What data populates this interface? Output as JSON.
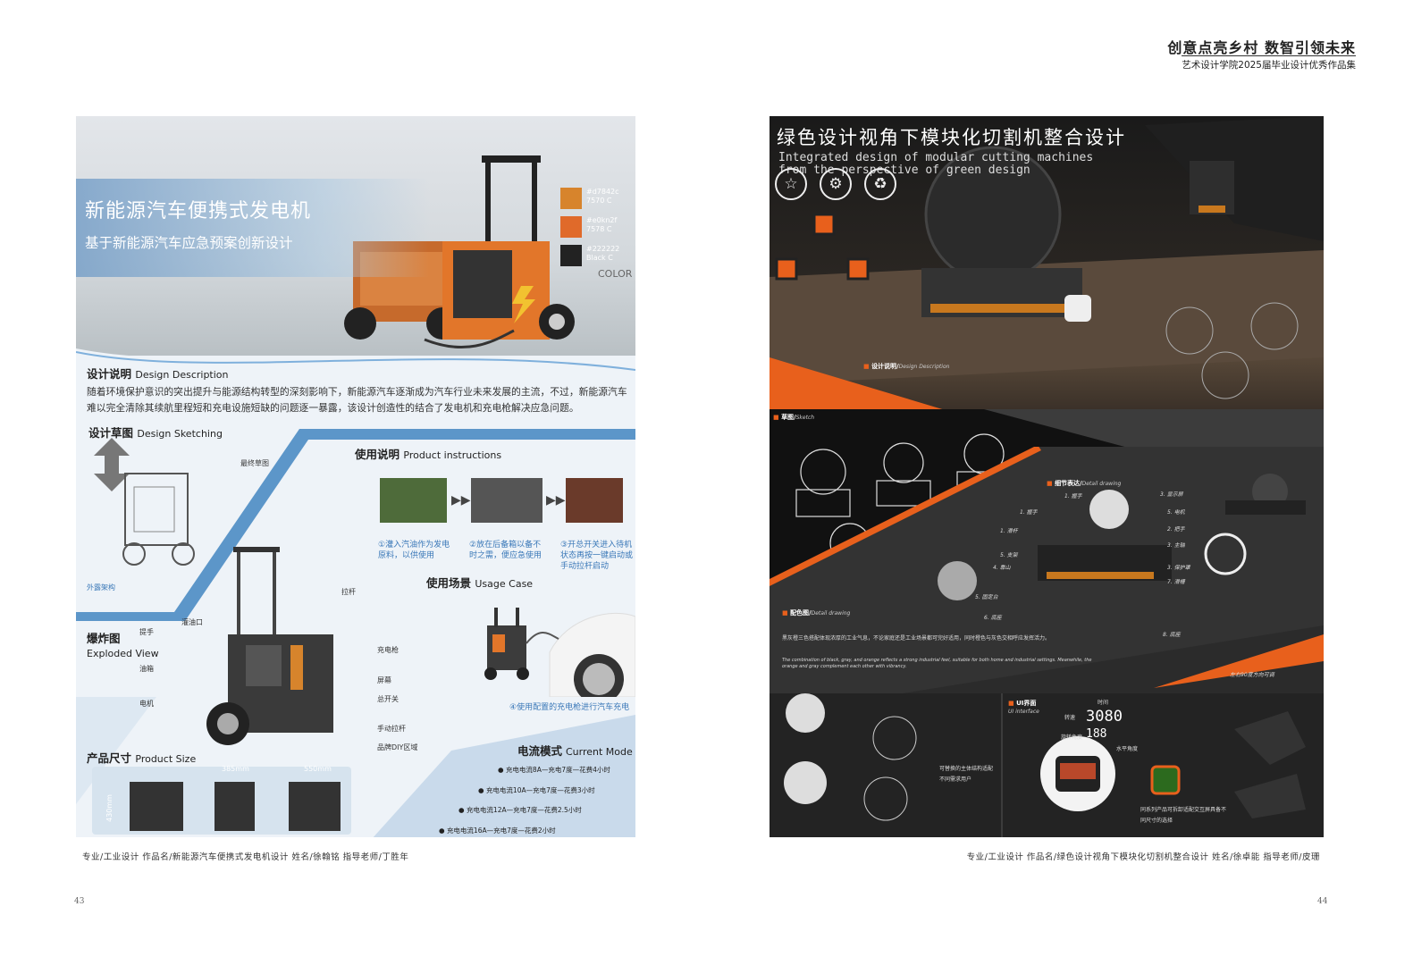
{
  "header": {
    "title": "创意点亮乡村  数智引领未来",
    "subtitle": "艺术设计学院2025届毕业设计优秀作品集"
  },
  "left": {
    "page_number": "43",
    "caption": "专业/工业设计   作品名/新能源汽车便携式发电机设计   姓名/徐翰铭   指导老师/丁胜年",
    "hero": {
      "title": "新能源汽车便携式发电机",
      "subtitle": "基于新能源汽车应急预案创新设计",
      "swatches": [
        {
          "hex": "#d7842c",
          "code": "#d7842c",
          "pantone": "7570 C"
        },
        {
          "hex": "#e06a2a",
          "code": "#e0kn2f",
          "pantone": "7578 C"
        },
        {
          "hex": "#222222",
          "code": "#222222",
          "pantone": "Black C"
        }
      ],
      "color_label": "COLOR"
    },
    "design_description": {
      "heading": "设计说明",
      "heading_en": "Design Description",
      "body": "随着环境保护意识的突出提升与能源结构转型的深刻影响下，新能源汽车逐渐成为汽车行业未来发展的主流，不过，新能源汽车难以完全清除其续航里程短和充电设施短缺的问题逐一暴露，该设计创造性的结合了发电机和充电枪解决应急问题。"
    },
    "sketching": {
      "heading": "设计草图",
      "heading_en": "Design Sketching",
      "label_final": "最终草图",
      "label_frame": "外露架构"
    },
    "instructions": {
      "heading": "使用说明",
      "heading_en": "Product instructions",
      "steps": [
        "①灌入汽油作为发电原料，以供使用",
        "②放在后备箱以备不时之需，便应急使用",
        "③开总开关进入待机状态再按一键启动或手动拉杆启动"
      ]
    },
    "usage": {
      "heading": "使用场景",
      "heading_en": "Usage Case",
      "caption": "④使用配置的充电枪进行汽车充电"
    },
    "exploded": {
      "heading": "爆炸图",
      "heading_en": "Exploded View",
      "labels_left": [
        "提手",
        "灌油口",
        "油箱",
        "电机"
      ],
      "labels_right": [
        "拉杆",
        "充电枪",
        "屏幕",
        "总开关",
        "手动拉杆",
        "品牌DIY区域"
      ]
    },
    "size": {
      "heading": "产品尺寸",
      "heading_en": "Product Size",
      "dims": [
        "385mm",
        "550mm",
        "430mm"
      ]
    },
    "current_mode": {
      "heading": "电流模式",
      "heading_en": "Current Mode",
      "items": [
        "充电电流8A—充电7度—花费4小时",
        "充电电流10A—充电7度—花费3小时",
        "充电电流12A—充电7度—花费2.5小时",
        "充电电流16A—充电7度—花费2小时"
      ]
    }
  },
  "right": {
    "page_number": "44",
    "caption": "专业/工业设计   作品名/绿色设计视角下模块化切割机整合设计   姓名/徐卓能   指导老师/皮珊",
    "title": "绿色设计视角下模块化切割机整合设计",
    "subtitle_line1": "Integrated design of modular cutting machines",
    "subtitle_line2": "from the perspective of green design",
    "icons": [
      "star-icon",
      "gear-icon",
      "recycle-icon"
    ],
    "design_desc_tag": "设计说明",
    "design_desc_en": "Design Description",
    "sketch_tag": "草图",
    "sketch_en": "Sketch",
    "detail_tag": "细节表达",
    "detail_en": "Detail drawing",
    "detail_labels": [
      "1. 握手",
      "1. 滑杆",
      "2. 把手",
      "3. 显示屏",
      "5. 电机",
      "3. 主轴",
      "5. 支架",
      "4. 靠山",
      "3. 保护罩",
      "7. 滑槽",
      "5. 固定台",
      "6. 底座",
      "8. 底座"
    ],
    "color_tag": "配色图",
    "color_en": "Detail drawing",
    "color_text": "黑灰橙三色搭配体现浓厚的工业气息，不论家庭还是工业场景都可完好适用，同时橙色与灰色交相呼应发挥活力。",
    "color_text_en": "The combination of black, gray, and orange reflects a strong industrial feel, suitable for both home and industrial settings. Meanwhile, the orange and gray complement each other with vibrancy.",
    "rotate_note": "左右90度方向可调",
    "modular_note": "可替换的主体结构适配不同需求用户",
    "ui_tag": "UI界面",
    "ui_en": "UI interface",
    "ui_time_label": "时间",
    "ui_speed_label": "转速",
    "ui_angle_label": "旋转角度",
    "ui_level_label": "水平角度",
    "ui_speed_value": "3080",
    "ui_angle_value": "188",
    "series_note": "同系列产品可拆卸适配交互屏具备不同尺寸的选择"
  }
}
